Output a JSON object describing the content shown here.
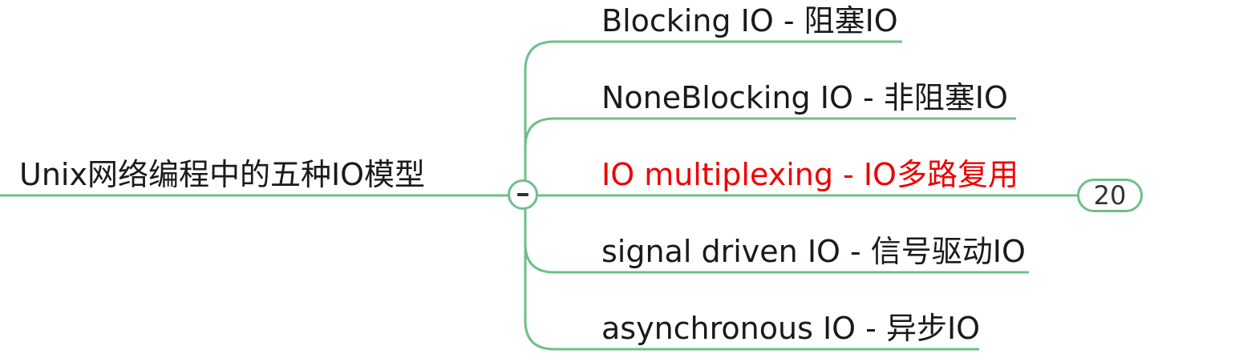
{
  "mindmap": {
    "root": {
      "label": "Unix网络编程中的五种IO模型"
    },
    "children": [
      {
        "label": "Blocking IO - 阻塞IO",
        "highlight": false
      },
      {
        "label": "NoneBlocking IO - 非阻塞IO",
        "highlight": false
      },
      {
        "label": "IO multiplexing - IO多路复用",
        "highlight": true
      },
      {
        "label": "signal driven IO - 信号驱动IO",
        "highlight": false
      },
      {
        "label": "asynchronous IO - 异步IO",
        "highlight": false
      }
    ],
    "collapsed_count": "20",
    "colors": {
      "connector": "#6fbf8a",
      "text": "#1a1a1a",
      "highlight": "#ee0000"
    }
  }
}
